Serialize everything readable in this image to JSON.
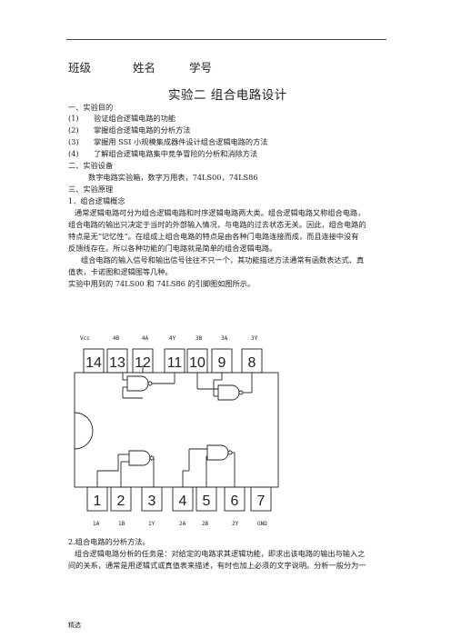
{
  "header": {
    "class": "班级",
    "name": "姓名",
    "student_id": "学号"
  },
  "title": "实验二  组合电路设计",
  "sections": {
    "s1": "一、实验目的",
    "items": [
      {
        "num": "(1)",
        "text": "验证组合逻辑电路的功能"
      },
      {
        "num": "(2)",
        "text": "掌握组合逻辑电路的分析方法"
      },
      {
        "num": "(3)",
        "text": "掌握用 SSI 小规模集成器件设计组合逻辑电路的方法"
      },
      {
        "num": "(4)",
        "text": "了解组合逻辑电路集中竞争冒险的分析和消除方法"
      }
    ],
    "s2": "二、实验设备",
    "equipment": "数字电路实验箱，数字万用表，74LS00，74LS86",
    "s3": "三、实验原理",
    "sub1": "1．组合逻辑概念",
    "p1": [
      "通常逻辑电路可分为组合逻辑电路和时序逻辑电路两大类。组合逻辑电路又称组合电路，",
      "组合电路的输出只决定于当时的外部输入情况，与电路的过去状态无关。因此，组合电路的",
      "特点是无“记忆性”。在组成上组合电路的特点是由各种门电路连接而成，而且连接中没有",
      "反馈线存在。所以各种功能的门电路就是简单的组合逻辑电路。"
    ],
    "p2": [
      "组合电路的输入信号和输出信号往往不只一个，其功能描述方法通常有函数表达式、真",
      "值表，卡诺图和逻辑图等几种。"
    ],
    "p3": "实验中用到的 74LS00 和 74LS86 的引脚图如图所示。",
    "sub2": "2.组合电路的分析方法。",
    "p4": [
      "组合逻辑电路分析的任务是：对给定的电路求其逻辑功能，即求出该电路的输出与输入之",
      "间的关系，通常是用逻辑式或真值表来描述，有时也加上必须的文字说明。分析一般分为一"
    ]
  },
  "chip": {
    "top_labels": [
      "Vcc",
      "4B",
      "4A",
      "4Y",
      "3B",
      "3A",
      "3Y"
    ],
    "top_pins": [
      "14",
      "13",
      "12",
      "11",
      "10",
      "9",
      "8"
    ],
    "bottom_pins": [
      "1",
      "2",
      "3",
      "4",
      "5",
      "6",
      "7"
    ],
    "bottom_labels": [
      "1A",
      "1B",
      "1Y",
      "2A",
      "2B",
      "2Y",
      "GND"
    ]
  },
  "footer": "精选"
}
